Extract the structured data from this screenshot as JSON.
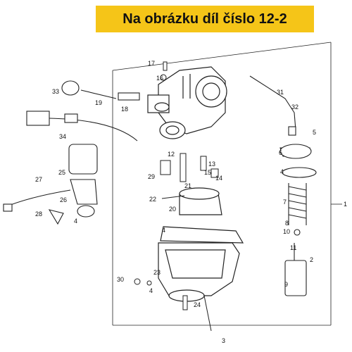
{
  "banner": {
    "text": "Na obrázku díl číslo 12-2",
    "color": "#f5c518"
  },
  "diagram": {
    "callouts": [
      "1",
      "2",
      "3",
      "4",
      "4",
      "4",
      "4",
      "5",
      "6",
      "7",
      "8",
      "9",
      "10",
      "11",
      "12",
      "13",
      "14",
      "15",
      "16",
      "17",
      "18",
      "19",
      "20",
      "21",
      "22",
      "23",
      "24",
      "25",
      "26",
      "27",
      "28",
      "29",
      "30",
      "31",
      "32",
      "33",
      "34"
    ]
  }
}
